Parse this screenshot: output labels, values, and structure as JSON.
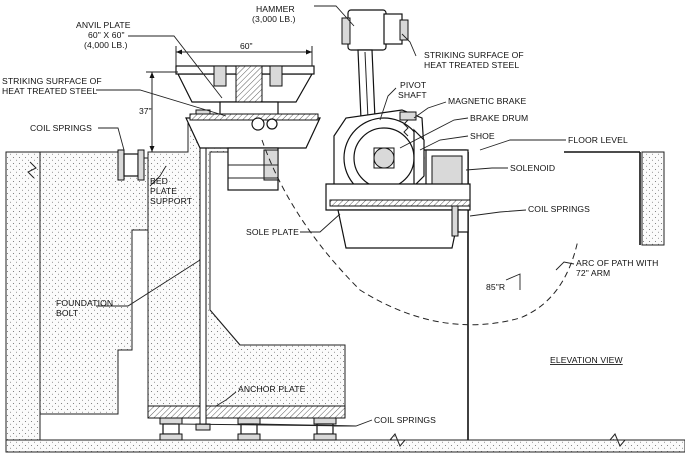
{
  "labels": {
    "anvil_plate": "ANVIL PLATE",
    "anvil_size": "60\" X 60\"",
    "anvil_weight": "(4,000 LB.)",
    "hammer": "HAMMER",
    "hammer_weight": "(3,000 LB.)",
    "striking_surface_right_1": "STRIKING SURFACE OF",
    "striking_surface_right_2": "HEAT TREATED STEEL",
    "striking_surface_left_1": "STRIKING SURFACE OF",
    "striking_surface_left_2": "HEAT TREATED STEEL",
    "pivot_shaft_1": "PIVOT",
    "pivot_shaft_2": "SHAFT",
    "magnetic_brake": "MAGNETIC BRAKE",
    "brake_drum": "BRAKE DRUM",
    "shoe": "SHOE",
    "floor_level": "FLOOR LEVEL",
    "solenoid": "SOLENOID",
    "coil_springs_left": "COIL SPRINGS",
    "coil_springs_right": "COIL SPRINGS",
    "coil_springs_bottom": "COIL SPRINGS",
    "bed_plate_1": "BED",
    "bed_plate_2": "PLATE",
    "bed_plate_3": "SUPPORT",
    "sole_plate": "SOLE PLATE",
    "arc_path_1": "ARC OF PATH WITH",
    "arc_path_2": "72\" ARM",
    "radius": "85\"R",
    "foundation_bolt_1": "FOUNDATION",
    "foundation_bolt_2": "BOLT",
    "elevation_view": "ELEVATION VIEW",
    "anchor_plate": "ANCHOR PLATE"
  },
  "dimensions": {
    "width": "60\"",
    "height": "37\""
  }
}
